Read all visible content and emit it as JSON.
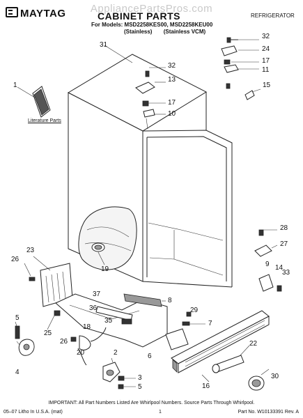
{
  "header": {
    "brand": "MAYTAG",
    "watermark": "AppliancePartsPros.com",
    "title": "CABINET PARTS",
    "models": "For Models: MSD2258KES00, MSD2258KEU00",
    "variants": [
      "(Stainless)",
      "(Stainless VCM)"
    ],
    "category": "REFRIGERATOR"
  },
  "literature_label": "Literature Parts",
  "callouts": [
    {
      "id": "c32a",
      "text": "32"
    },
    {
      "id": "c24",
      "text": "24"
    },
    {
      "id": "c17a",
      "text": "17"
    },
    {
      "id": "c11",
      "text": "11"
    },
    {
      "id": "c15",
      "text": "15"
    },
    {
      "id": "c31",
      "text": "31"
    },
    {
      "id": "c32b",
      "text": "32"
    },
    {
      "id": "c13",
      "text": "13"
    },
    {
      "id": "c1",
      "text": "1"
    },
    {
      "id": "c17b",
      "text": "17"
    },
    {
      "id": "c10",
      "text": "10"
    },
    {
      "id": "c28",
      "text": "28"
    },
    {
      "id": "c27",
      "text": "27"
    },
    {
      "id": "c23",
      "text": "23"
    },
    {
      "id": "c26a",
      "text": "26"
    },
    {
      "id": "c19",
      "text": "19"
    },
    {
      "id": "c9",
      "text": "9"
    },
    {
      "id": "c14",
      "text": "14"
    },
    {
      "id": "c33",
      "text": "33"
    },
    {
      "id": "c37",
      "text": "37"
    },
    {
      "id": "c8",
      "text": "8"
    },
    {
      "id": "c36",
      "text": "36"
    },
    {
      "id": "c29",
      "text": "29"
    },
    {
      "id": "c35",
      "text": "35"
    },
    {
      "id": "c7",
      "text": "7"
    },
    {
      "id": "c5a",
      "text": "5"
    },
    {
      "id": "c25",
      "text": "25"
    },
    {
      "id": "c18",
      "text": "18"
    },
    {
      "id": "c26b",
      "text": "26"
    },
    {
      "id": "c20",
      "text": "20"
    },
    {
      "id": "c22",
      "text": "22"
    },
    {
      "id": "c6",
      "text": "6"
    },
    {
      "id": "c2",
      "text": "2"
    },
    {
      "id": "c30",
      "text": "30"
    },
    {
      "id": "c4",
      "text": "4"
    },
    {
      "id": "c16",
      "text": "16"
    },
    {
      "id": "c3",
      "text": "3"
    },
    {
      "id": "c5b",
      "text": "5"
    }
  ],
  "footer": {
    "note": "IMPORTANT: All Part Numbers Listed Are Whirlpool Numbers. Source Parts Through Whirlpool.",
    "litho": "05–07 Litho In U.S.A. (mat)",
    "page": "1",
    "part_number": "Part No. W10133391 Rev. A"
  }
}
